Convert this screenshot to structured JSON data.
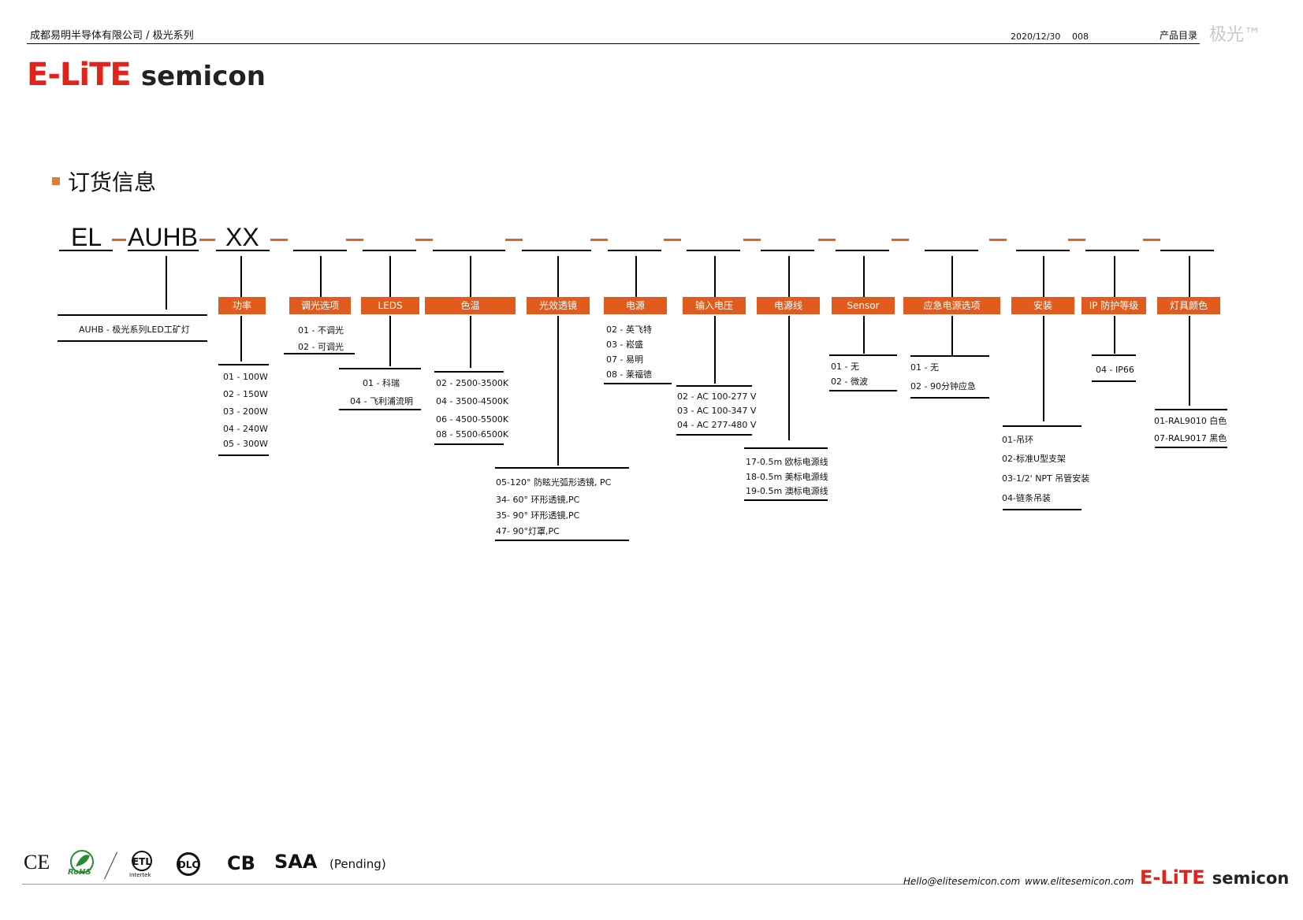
{
  "header": {
    "company_series": "成都易明半导体有限公司 / 极光系列",
    "date": "2020/12/30",
    "page_number": "008",
    "catalog_label": "产品目录",
    "series_mark": "极光™"
  },
  "logo": {
    "brand_red": "E-LiTE",
    "brand_gray": "semicon",
    "brand_color": "#e0231c"
  },
  "section": {
    "title": "订货信息",
    "bullet_color": "#e07b3a"
  },
  "code": {
    "part1": "EL",
    "part2": "AUHB",
    "part3": "XX"
  },
  "model": {
    "label": "AUHB - 极光系列LED工矿灯"
  },
  "accent_color": "#e15b1e",
  "fields": [
    {
      "name": "功率",
      "options": [
        "01 - 100W",
        "02 - 150W",
        "03 - 200W",
        "04 - 240W",
        "05 - 300W"
      ]
    },
    {
      "name": "调光选项",
      "options": [
        "01 - 不调光",
        "02 - 可调光"
      ]
    },
    {
      "name": "LEDS",
      "options": [
        "01 - 科瑞",
        "04 - 飞利浦流明"
      ]
    },
    {
      "name": "色温",
      "options": [
        "02 - 2500-3500K",
        "04 - 3500-4500K",
        "06 - 4500-5500K",
        "08 - 5500-6500K"
      ]
    },
    {
      "name": "光效透镜",
      "options": [
        "05-120° 防眩光弧形透镜, PC",
        "34- 60° 环形透镜,PC",
        "35- 90° 环形透镜,PC",
        "47- 90°灯罩,PC"
      ]
    },
    {
      "name": "电源",
      "options": [
        "02 - 英飞特",
        "03 - 崧盛",
        "07 - 易明",
        "08 - 莱福德"
      ]
    },
    {
      "name": "输入电压",
      "options": [
        "02 - AC 100-277 V",
        "03 - AC 100-347 V",
        "04 - AC 277-480 V"
      ]
    },
    {
      "name": "电源线",
      "options": [
        "17-0.5m 欧标电源线",
        "18-0.5m 美标电源线",
        "19-0.5m 澳标电源线"
      ]
    },
    {
      "name": "Sensor",
      "options": [
        "01 - 无",
        "02 - 微波"
      ]
    },
    {
      "name": "应急电源选项",
      "options": [
        "01 - 无",
        "02 - 90分钟应急"
      ]
    },
    {
      "name": "安装",
      "options": [
        "01-吊环",
        "02-标准U型支架",
        "03-1/2' NPT 吊管安装",
        "04-链条吊装"
      ]
    },
    {
      "name": "IP 防护等级",
      "options": [
        "04 - IP66"
      ]
    },
    {
      "name": "灯具颜色",
      "options": [
        "01-RAL9010 白色",
        "07-RAL9017 黑色"
      ]
    }
  ],
  "footer": {
    "certs": [
      "CE",
      "RoHS",
      "ETL",
      "DLC",
      "CB",
      "SAA"
    ],
    "rohs_text": "RoHS",
    "intertek_text": "Intertek",
    "pending": "(Pending)",
    "email": "Hello@elitesemicon.com",
    "website": "www.elitesemicon.com",
    "logo_red": "E-LiTE",
    "logo_gray": "semicon"
  }
}
